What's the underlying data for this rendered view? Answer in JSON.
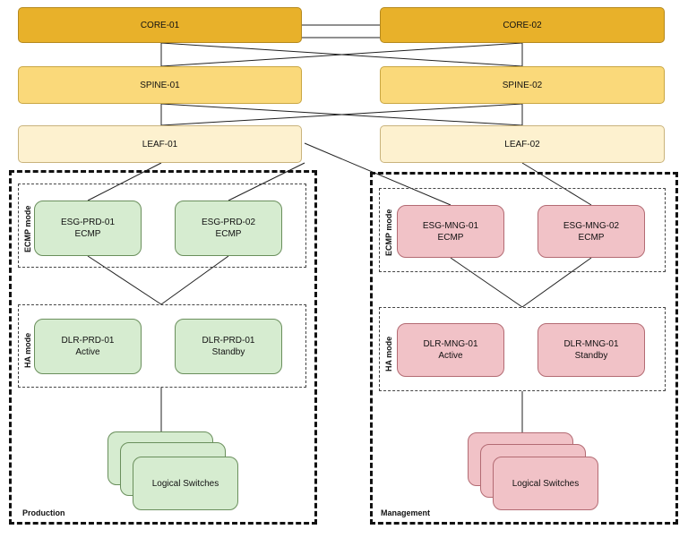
{
  "nodes": {
    "core_01": "CORE-01",
    "core_02": "CORE-02",
    "spine_01": "SPINE-01",
    "spine_02": "SPINE-02",
    "leaf_01": "LEAF-01",
    "leaf_02": "LEAF-02"
  },
  "production": {
    "label": "Production",
    "ecmp_mode_label": "ECMP mode",
    "ha_mode_label": "HA mode",
    "esg_01": {
      "name": "ESG-PRD-01",
      "role": "ECMP"
    },
    "esg_02": {
      "name": "ESG-PRD-02",
      "role": "ECMP"
    },
    "dlr_active": {
      "name": "DLR-PRD-01",
      "role": "Active"
    },
    "dlr_standby": {
      "name": "DLR-PRD-01",
      "role": "Standby"
    },
    "logical_switches": "Logical Switches"
  },
  "management": {
    "label": "Management",
    "ecmp_mode_label": "ECMP mode",
    "ha_mode_label": "HA mode",
    "esg_01": {
      "name": "ESG-MNG-01",
      "role": "ECMP"
    },
    "esg_02": {
      "name": "ESG-MNG-02",
      "role": "ECMP"
    },
    "dlr_active": {
      "name": "DLR-MNG-01",
      "role": "Active"
    },
    "dlr_standby": {
      "name": "DLR-MNG-01",
      "role": "Standby"
    },
    "logical_switches": "Logical Switches"
  },
  "colors": {
    "core": "#e8b12a",
    "spine": "#fad97a",
    "leaf": "#fdf1cf",
    "production": "#d6ecd0",
    "management": "#f1c2c7"
  }
}
